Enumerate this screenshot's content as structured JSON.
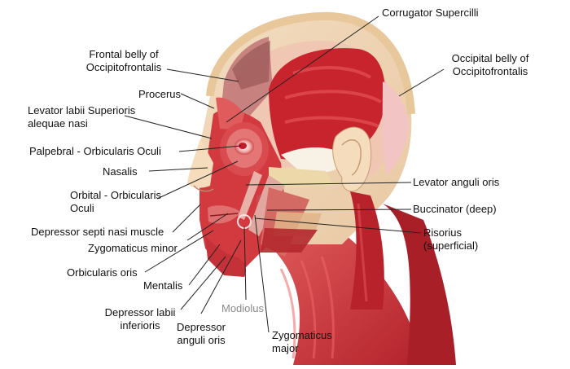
{
  "labels": {
    "corrugator": "Corrugator Supercilli",
    "frontal": [
      "Frontal belly of",
      "Occipitofrontalis"
    ],
    "occipital": [
      "Occipital belly of",
      "Occipitofrontalis"
    ],
    "procerus": "Procerus",
    "levator_labii": [
      "Levator labii Superioris",
      "alequae nasi"
    ],
    "palpebral": "Palpebral - Orbicularis Oculi",
    "nasalis": "Nasalis",
    "orbital": [
      "Orbital - Orbicularis",
      "Oculi"
    ],
    "levator_anguli": "Levator anguli oris",
    "depressor_septi": "Depressor septi nasi muscle",
    "buccinator": "Buccinator (deep)",
    "risorius": [
      "Risorius",
      "(superficial)"
    ],
    "zyg_minor": "Zygomaticus minor",
    "orbicularis_oris": "Orbicularis oris",
    "mentalis": "Mentalis",
    "modiolus": "Modiolus",
    "depressor_labii": [
      "Depressor labii",
      "inferioris"
    ],
    "depressor_anguli": [
      "Depressor",
      "anguli oris"
    ],
    "zyg_major": [
      "Zygomaticus",
      "major"
    ]
  },
  "colors": {
    "muscle": "#c9343a",
    "muscle_light": "#e46a6a",
    "skin": "#f2d9b8",
    "hair": "#ecd2a8",
    "pale": "#f3e4c0",
    "text": "#111111",
    "modiolus_text": "#8a8a8a"
  }
}
